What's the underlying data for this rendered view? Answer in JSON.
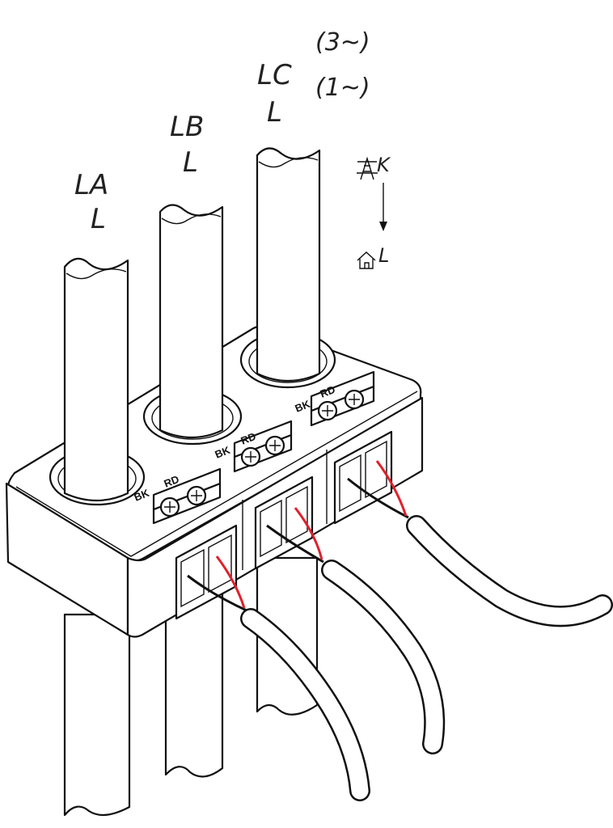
{
  "labels": {
    "la": "LA",
    "la_l": "L",
    "lb": "LB",
    "lb_l": "L",
    "lc": "LC",
    "lc_l": "L",
    "three_phase": "(3~)",
    "single_phase": "(1~)",
    "source": "K",
    "load": "L"
  },
  "terminals": [
    {
      "bk": "BK",
      "rd": "RD"
    },
    {
      "bk": "BK",
      "rd": "RD"
    },
    {
      "bk": "BK",
      "rd": "RD"
    }
  ],
  "icons": {
    "source": "power-tower-icon",
    "load": "house-icon",
    "direction": "arrow-down-icon"
  },
  "colors": {
    "wire_red": "#e0202a",
    "wire_black": "#111111"
  }
}
